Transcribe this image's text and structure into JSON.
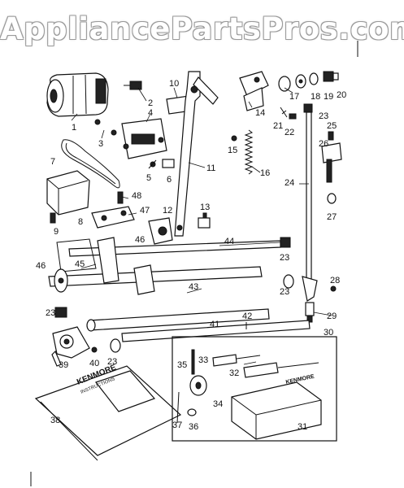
{
  "watermark": "AppliancePartsPros.com",
  "manual_title": "KENMORE",
  "manual_subtitle": "INSTRUCTIONS",
  "box_brand": "KENMORE",
  "labels": [
    "1",
    "2",
    "3",
    "4",
    "5",
    "6",
    "7",
    "8",
    "9",
    "10",
    "11",
    "12",
    "13",
    "14",
    "15",
    "16",
    "17",
    "18",
    "19",
    "20",
    "21",
    "22",
    "23",
    "24",
    "25",
    "26",
    "27",
    "28",
    "29",
    "30",
    "31",
    "32",
    "33",
    "34",
    "35",
    "36",
    "37",
    "38",
    "39",
    "40",
    "41",
    "42",
    "43",
    "44",
    "45",
    "46",
    "47",
    "48"
  ]
}
